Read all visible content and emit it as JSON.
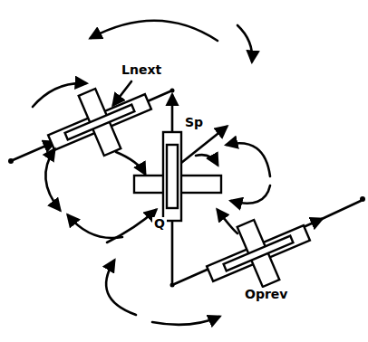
{
  "diagram": {
    "labels": [
      "Lnext",
      "Sp",
      "Q",
      "Oprev"
    ]
  }
}
